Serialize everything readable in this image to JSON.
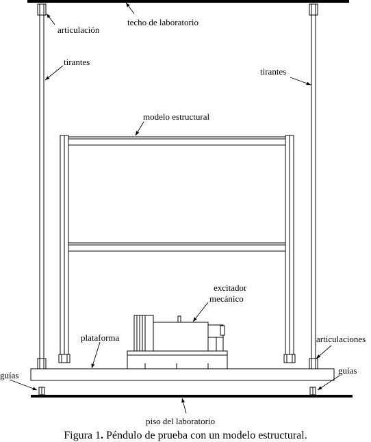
{
  "labels": {
    "ceiling": "techo de laboratorio",
    "joint": "articulación",
    "hangers_left": "tirantes",
    "hangers_right": "tirantes",
    "structural_model": "modelo estructural",
    "exciter_line1": "excitador",
    "exciter_line2": "mecánico",
    "platform": "plataforma",
    "joints": "articulaciones",
    "guides_left": "guías",
    "guides_right": "guías",
    "floor": "piso del laboratorio"
  },
  "caption": {
    "prefix": "Figura 1",
    "separator": ".",
    "text": " Péndulo de prueba con un modelo estructural."
  }
}
